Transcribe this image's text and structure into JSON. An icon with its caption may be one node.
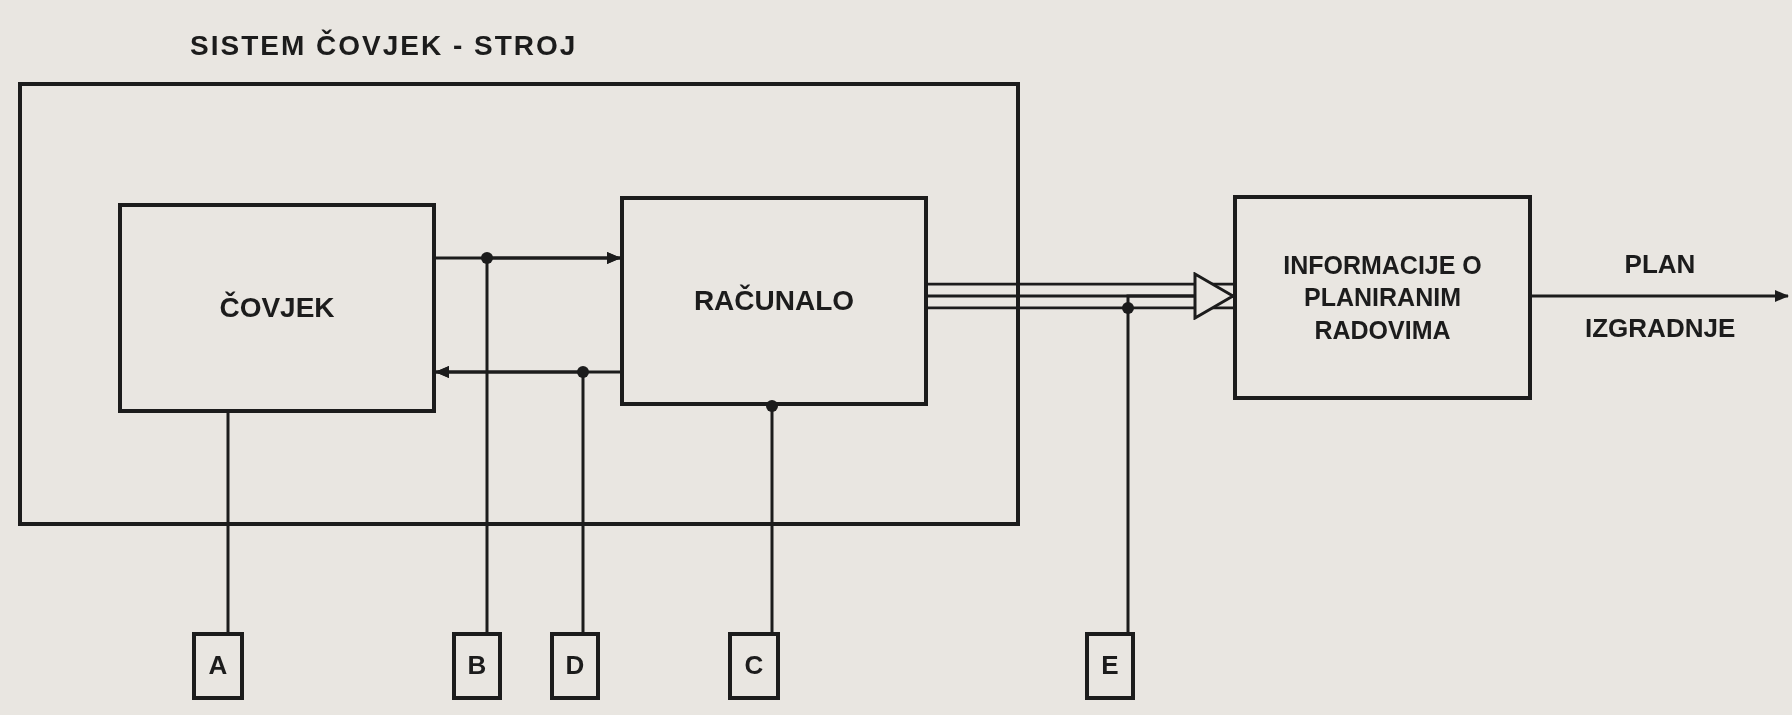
{
  "diagram": {
    "nodes": [
      {
        "text": [
          "SISTEM ČOVJEK - STROJ"
        ]
      },
      {
        "text": [
          "ČOVJEK"
        ],
        "in": 0
      },
      {
        "text": [
          "RAČUNALO"
        ],
        "in": 0
      },
      {
        "text": [
          "INFORMACIJE O PLANIRANIM RADOVIMA"
        ]
      },
      {
        "text": [
          "A"
        ]
      },
      {
        "text": [
          "B"
        ]
      },
      {
        "text": [
          "D"
        ]
      },
      {
        "text": [
          "C"
        ]
      },
      {
        "text": [
          "E"
        ]
      }
    ],
    "edges": [
      {
        "from": 1,
        "to": 2,
        "arrow": "to"
      },
      {
        "from": 5,
        "to": 2,
        "arrow": "to"
      },
      {
        "from": 2,
        "to": 1,
        "arrow": "to"
      },
      {
        "from": 6,
        "to": 1,
        "arrow": "to"
      },
      {
        "from": 7,
        "to": 2,
        "arrow": "other"
      },
      {
        "from": 4,
        "to": 1,
        "arrow": "none"
      },
      {
        "from": 8,
        "to": 3,
        "arrow": "to"
      },
      {
        "from": 2,
        "to": 3,
        "arrow": "to",
        "style": "thick"
      },
      {
        "from": 3,
        "to": null,
        "arrow": "to",
        "label": "PLAN IZGRADNJE"
      }
    ]
  }
}
